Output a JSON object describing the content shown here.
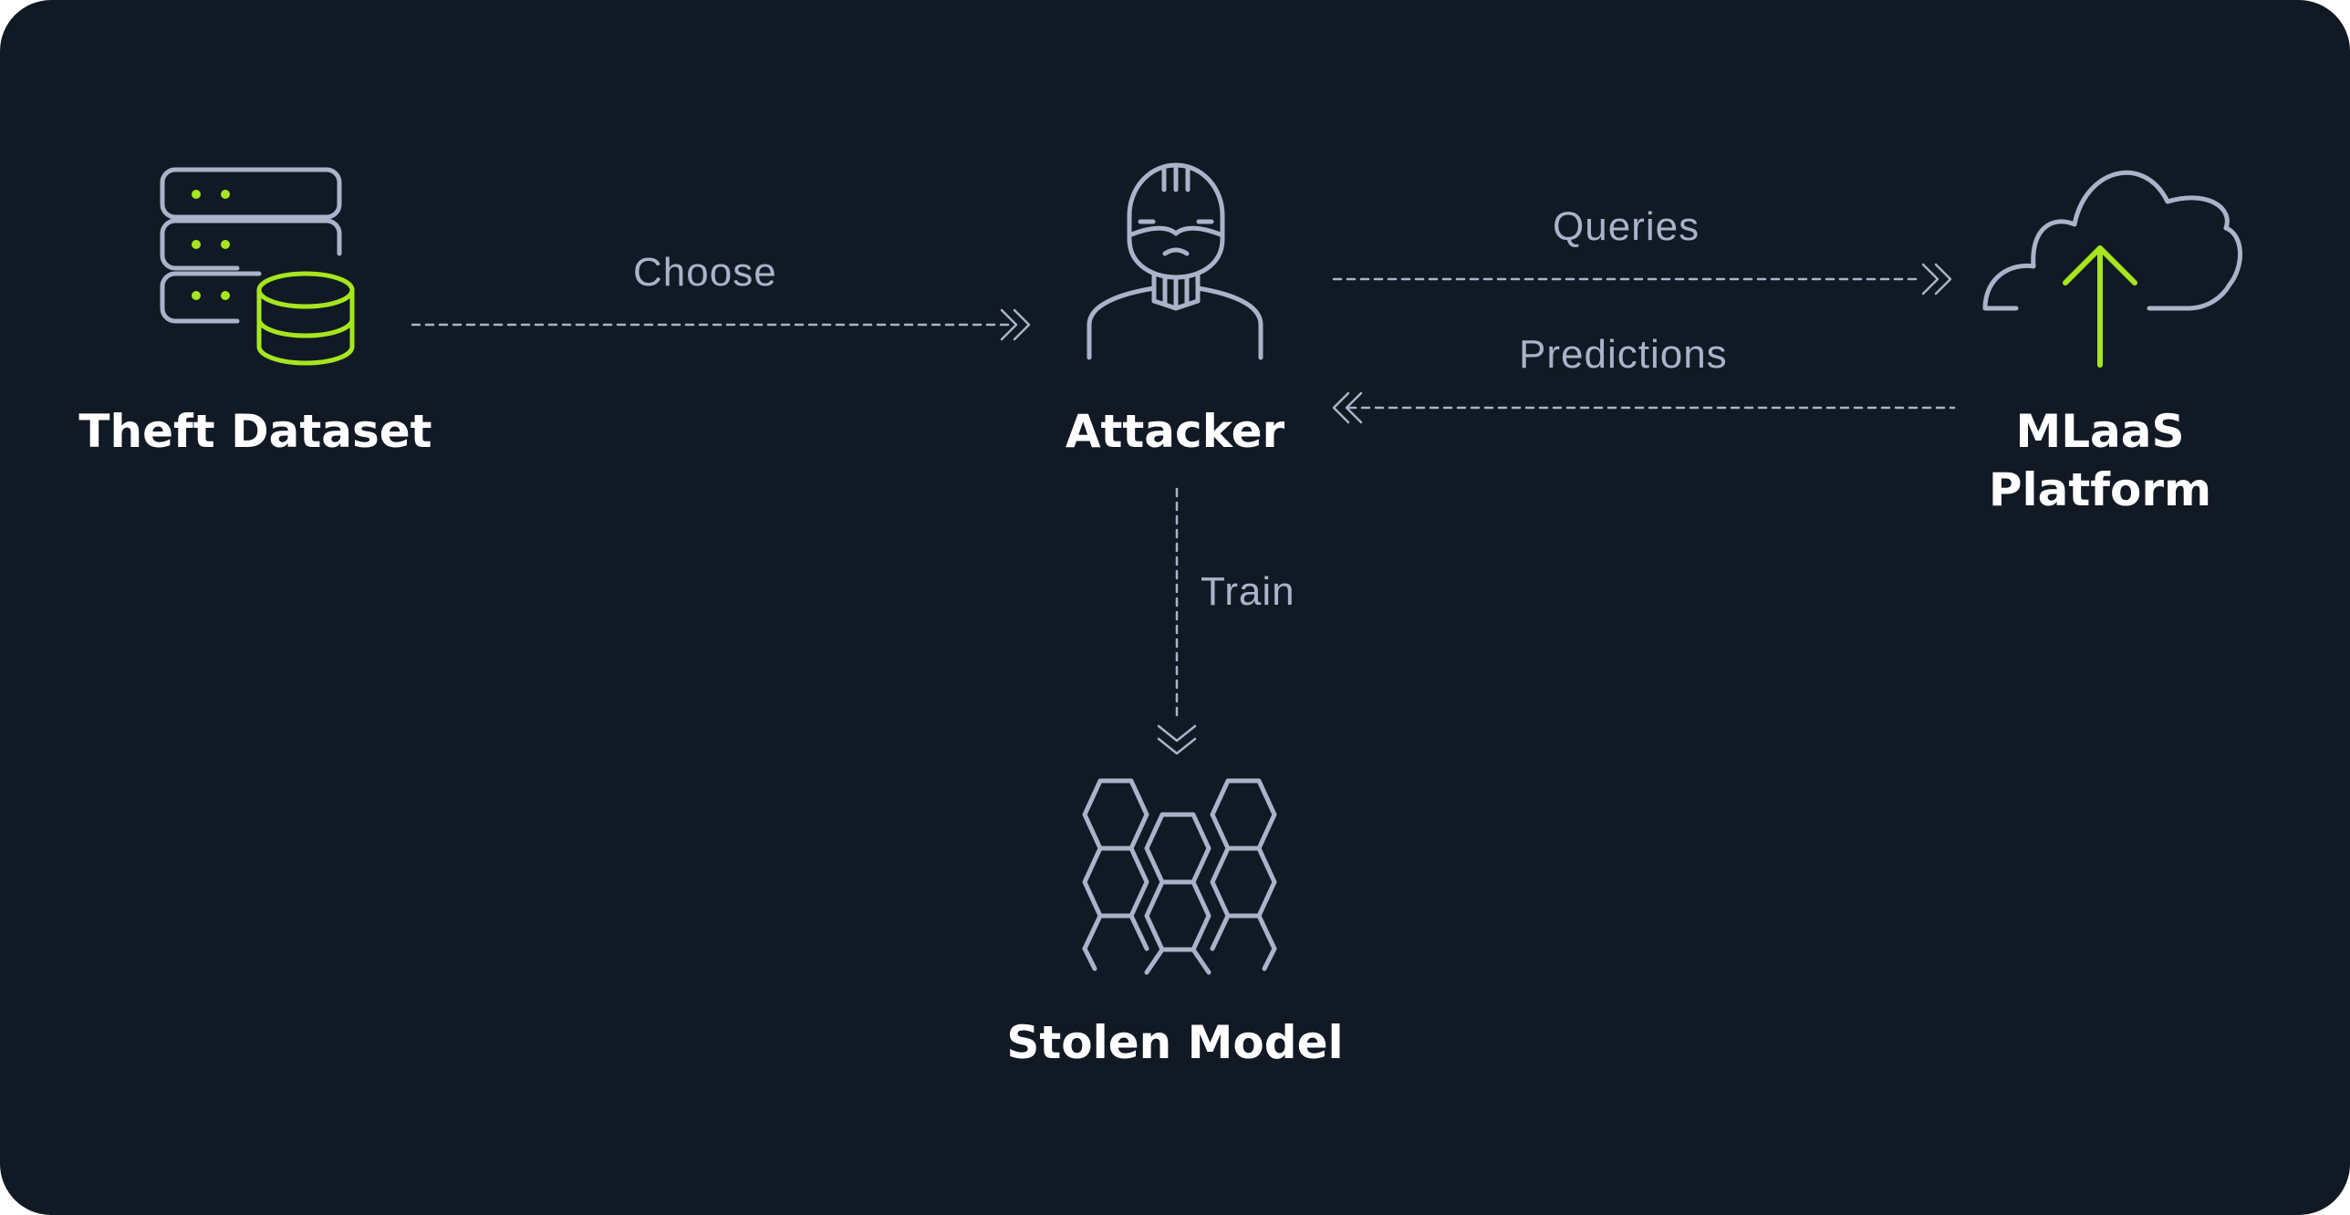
{
  "nodes": {
    "theft_dataset": {
      "label": "Theft Dataset",
      "icon": "database-server-icon"
    },
    "attacker": {
      "label": "Attacker",
      "icon": "hacker-icon"
    },
    "mlaas_platform": {
      "label_line1": "MLaaS",
      "label_line2": "Platform",
      "icon": "cloud-upload-icon"
    },
    "stolen_model": {
      "label": "Stolen Model",
      "icon": "hexagon-network-icon"
    }
  },
  "edges": {
    "choose": {
      "label": "Choose",
      "from": "Theft Dataset",
      "to": "Attacker"
    },
    "queries": {
      "label": "Queries",
      "from": "Attacker",
      "to": "MLaaS Platform"
    },
    "predictions": {
      "label": "Predictions",
      "from": "MLaaS Platform",
      "to": "Attacker"
    },
    "train": {
      "label": "Train",
      "from": "Attacker",
      "to": "Stolen Model"
    }
  },
  "colors": {
    "background": "#111924",
    "icon_stroke": "#a9b3c9",
    "accent": "#a6e61f",
    "label_text": "#ffffff",
    "edge_text": "#a9b3c9"
  }
}
